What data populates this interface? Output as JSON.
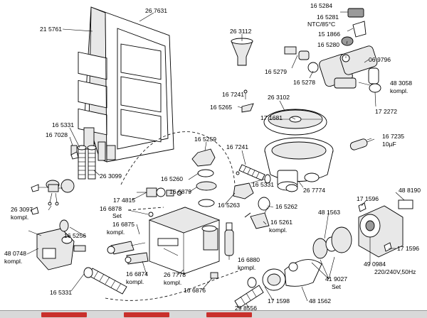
{
  "labels": {
    "l_267631": "26 7631",
    "l_215761": "21 5761",
    "l_263112": "26 3112",
    "l_165284": "16 5284",
    "l_165281": "16 5281",
    "l_ntc": "NTC/85°C",
    "l_151866": "15 1866",
    "l_165280": "16 5280",
    "l_069796": "06 9796",
    "l_165279": "16 5279",
    "l_165278": "16 5278",
    "l_483058": "48 3058",
    "l_kompl_483058": "kompl.",
    "l_167241a": "16 7241",
    "l_263102": "26 3102",
    "l_165265": "16 5265",
    "l_171681": "17 1681",
    "l_172272": "17 2272",
    "l_165331a": "16 5331",
    "l_167028": "16 7028",
    "l_167235": "16 7235",
    "l_10uf": "10µF",
    "l_165259": "16 5259",
    "l_167241b": "16 7241",
    "l_263099": "26 3099",
    "l_165260": "16 5260",
    "l_166879": "16 6879",
    "l_165331b": "16 5331",
    "l_267774": "26 7774",
    "l_174815": "17 4815",
    "l_171596a": "17 1596",
    "l_488190": "48 8190",
    "l_263097": "26 3097",
    "l_kompl_263097": "kompl.",
    "l_166878": "16 6878",
    "l_set_166878": "Set",
    "l_165263": "16 5263",
    "l_165262": "16 5262",
    "l_481563": "48 1563",
    "l_166875": "16 6875",
    "l_kompl_166875": "kompl.",
    "l_165261": "16 5261",
    "l_kompl_165261": "kompl.",
    "l_165256": "16 5256",
    "l_480748": "48 0748",
    "l_kompl_480748": "kompl.",
    "l_171596b": "17 1596",
    "l_166880": "16 6880",
    "l_kompl_166880": "kompl.",
    "l_166874": "16 6874",
    "l_kompl_166874": "kompl.",
    "l_267778": "26 7778",
    "l_kompl_267778": "kompl.",
    "l_490984": "49 0984",
    "l_220v": "220/240V,50Hz",
    "l_419027": "41 9027",
    "l_set_419027": "Set",
    "l_165331c": "16 5331",
    "l_166876": "16 6876",
    "l_171598": "17 1598",
    "l_481562": "48 1562",
    "l_298556": "29 8556"
  }
}
